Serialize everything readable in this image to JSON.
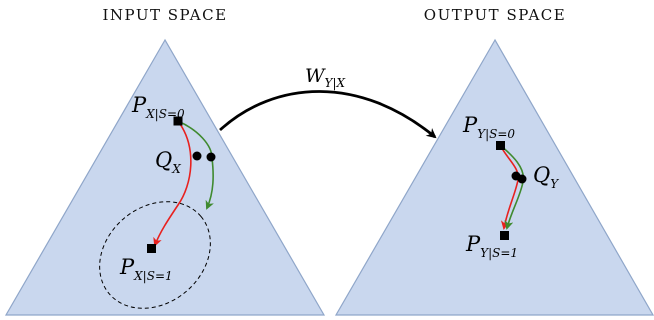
{
  "titles": {
    "input": "INPUT SPACE",
    "output": "OUTPUT SPACE"
  },
  "channel": {
    "main": "W",
    "sub": "Y|X"
  },
  "input_space": {
    "p0": {
      "main": "P",
      "sub": "X|S=0"
    },
    "q": {
      "main": "Q",
      "sub": "X"
    },
    "p1": {
      "main": "P",
      "sub": "X|S=1"
    }
  },
  "output_space": {
    "p0": {
      "main": "P",
      "sub": "Y|S=0"
    },
    "q": {
      "main": "Q",
      "sub": "Y"
    },
    "p1": {
      "main": "P",
      "sub": "Y|S=1"
    }
  },
  "colors": {
    "simplex_fill": "#c9d7ee",
    "simplex_stroke": "#8fa6c9",
    "red_path": "#e8211f",
    "green_path": "#3f8a2f",
    "arrow": "#000000"
  }
}
